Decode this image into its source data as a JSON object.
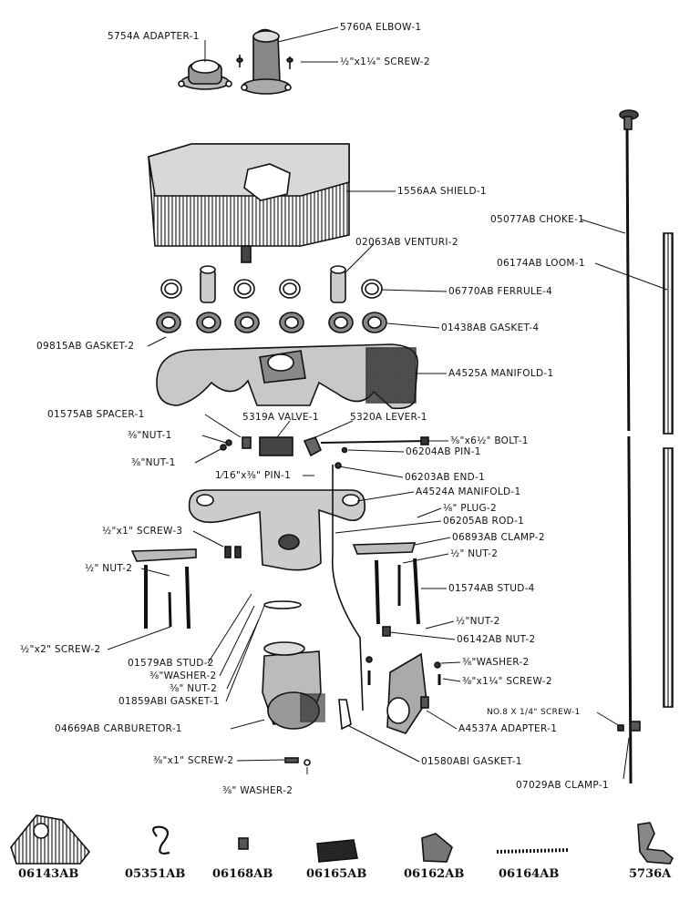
{
  "callouts": {
    "adapter_5754a": "5754A ADAPTER-1",
    "elbow_5760a": "5760A ELBOW-1",
    "screw_half_1q": "½\"x1¼\" SCREW-2",
    "shield": "1556AA SHIELD-1",
    "choke": "05077AB CHOKE-1",
    "venturi": "02063AB VENTURI-2",
    "loom": "06174AB LOOM-1",
    "ferrule": "06770AB FERRULE-4",
    "gasket_01438": "01438AB GASKET-4",
    "gasket_09815": "09815AB GASKET-2",
    "manifold_a4525a": "A4525A MANIFOLD-1",
    "spacer": "01575AB SPACER-1",
    "valve": "5319A VALVE-1",
    "lever": "5320A LEVER-1",
    "nut_3_8_a": "⅜\"NUT-1",
    "bolt": "⅜\"x6½\" BOLT-1",
    "pin_06204": "06204AB PIN-1",
    "nut_3_8_b": "⅜\"NUT-1",
    "end": "06203AB END-1",
    "pin_1_16": "1⁄16\"x⅜\" PIN-1",
    "manifold_a4524a": "A4524A MANIFOLD-1",
    "plug": "⅛\" PLUG-2",
    "rod": "06205AB ROD-1",
    "screw_half_1": "½\"x1\" SCREW-3",
    "clamp_06893": "06893AB CLAMP-2",
    "nut_half_a": "½\" NUT-2",
    "nut_half_b": "½\" NUT-2",
    "stud_01574": "01574AB STUD-4",
    "nut_half_c": "½\"NUT-2",
    "screw_half_2": "½\"x2\" SCREW-2",
    "nut_06142": "06142AB NUT-2",
    "stud_01579": "01579AB STUD-2",
    "washer_3_8_a": "⅜\"WASHER-2",
    "washer_3_8_b": "⅜\"WASHER-2",
    "nut_3_8_c": "⅜\" NUT-2",
    "screw_3_8_1q": "⅜\"x1¼\" SCREW-2",
    "gasket_01859": "01859ABI GASKET-1",
    "screw_no8": "NO.8 X 1/4\" SCREW-1",
    "carburetor": "04669AB CARBURETOR-1",
    "adapter_a4537a": "A4537A ADAPTER-1",
    "screw_3_8_1": "⅜\"x1\" SCREW-2",
    "gasket_01580": "01580ABI GASKET-1",
    "washer_3_8_c": "⅜\" WASHER-2",
    "clamp_07029": "07029AB CLAMP-1"
  },
  "parts_row": [
    "06143AB",
    "05351AB",
    "06168AB",
    "06165AB",
    "06162AB",
    "06164AB",
    "5736A"
  ]
}
